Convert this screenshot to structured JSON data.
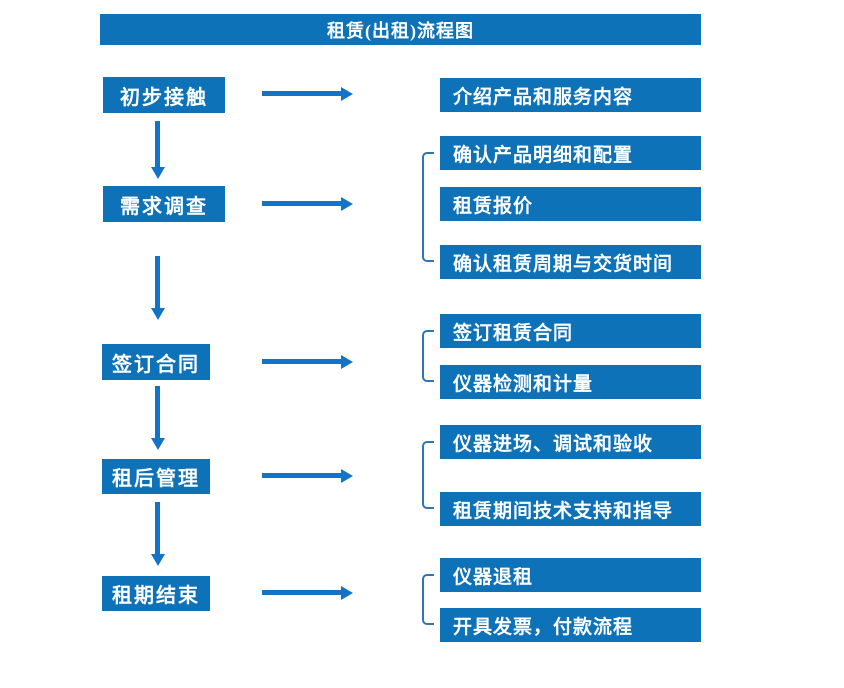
{
  "title": "租赁(出租)流程图",
  "colors": {
    "box_blue": "#0e72b9",
    "arrow_blue": "#1373c6",
    "bracket_blue": "#2e75b6",
    "text_color": "#ffffff",
    "background": "#ffffff"
  },
  "steps": [
    {
      "label": "初步接触",
      "outputs": [
        "介绍产品和服务内容"
      ]
    },
    {
      "label": "需求调查",
      "outputs": [
        "确认产品明细和配置",
        "租赁报价",
        "确认租赁周期与交货时间"
      ]
    },
    {
      "label": "签订合同",
      "outputs": [
        "签订租赁合同",
        "仪器检测和计量"
      ]
    },
    {
      "label": "租后管理",
      "outputs": [
        "仪器进场、调试和验收",
        "租赁期间技术支持和指导"
      ]
    },
    {
      "label": "租期结束",
      "outputs": [
        "仪器退租",
        "开具发票，付款流程"
      ]
    }
  ]
}
